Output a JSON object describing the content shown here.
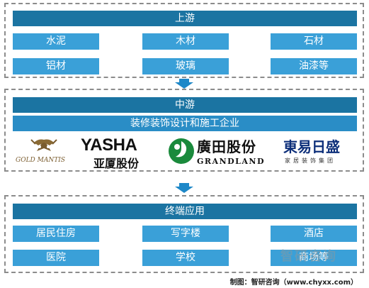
{
  "upstream": {
    "title": "上游",
    "items": [
      "水泥",
      "木材",
      "石材",
      "铝材",
      "玻璃",
      "油漆等"
    ]
  },
  "midstream": {
    "title": "中游",
    "subtitle": "装修装饰设计和施工企业",
    "logos": {
      "goldmantis_text": "GOLD MANTIS",
      "yasha_en": "YASHA",
      "yasha_cn": "亚厦股份",
      "grandland_cn": "廣田股份",
      "grandland_en": "GRANDLAND",
      "dongyi_cn": "東易日盛",
      "dongyi_sub": "家居装饰集团"
    }
  },
  "downstream": {
    "title": "终端应用",
    "items": [
      "居民住房",
      "写字楼",
      "酒店",
      "医院",
      "学校",
      "商场等"
    ]
  },
  "footer": "制图：智研咨询（www.chyxx.com）",
  "watermark": "智研咨询",
  "colors": {
    "bar_dark": "#1b74a2",
    "bar_light": "#2a8dc6",
    "box": "#3aa0d8",
    "arrow": "#1e88c8",
    "border": "#8c8c8c"
  }
}
